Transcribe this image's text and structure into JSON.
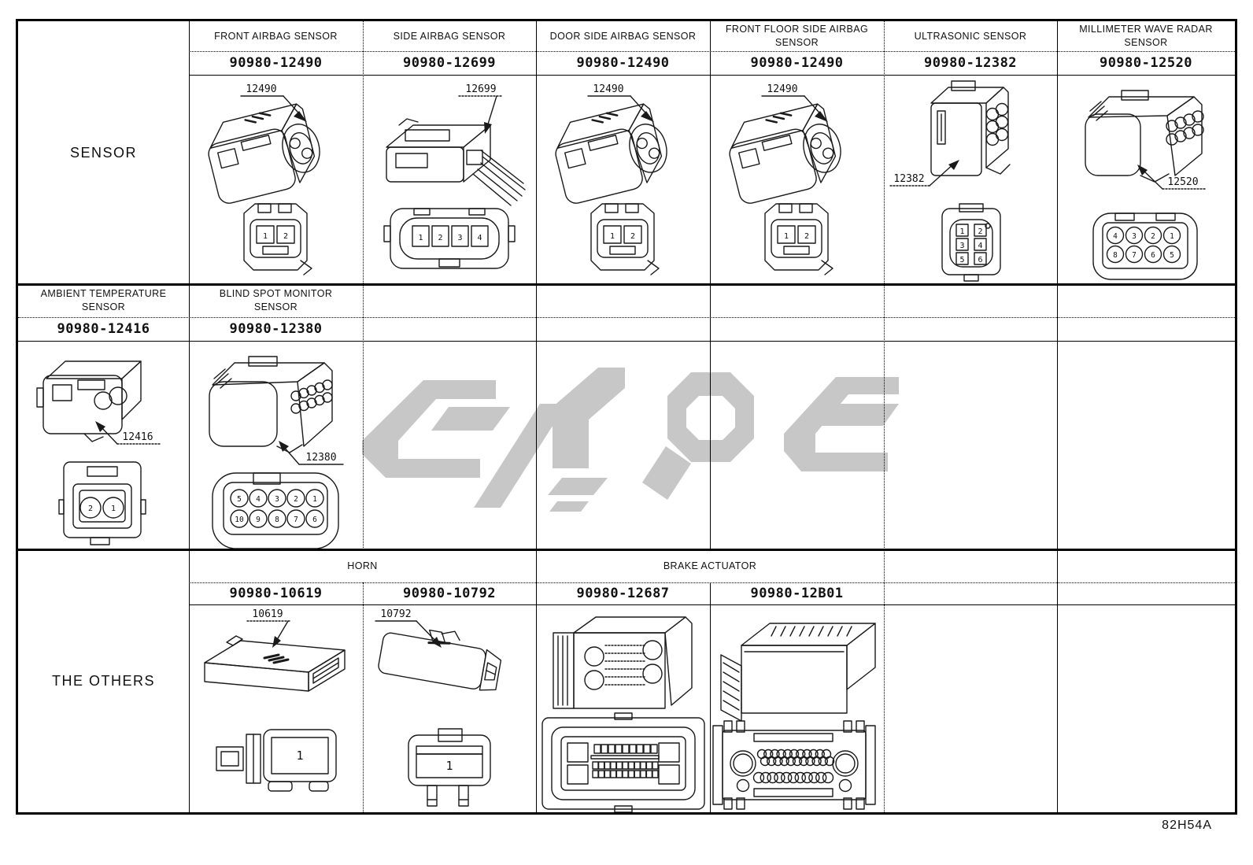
{
  "page": {
    "corner_code": "82H54A"
  },
  "colors": {
    "line": "#1a1a1a",
    "watermark": "#c7c7c7"
  },
  "groups": {
    "sensor": {
      "row_label": "SENSOR",
      "columns": [
        {
          "header": "FRONT AIRBAG SENSOR",
          "part_number": "90980-12490",
          "callout": "12490",
          "pins": [
            "1",
            "2"
          ]
        },
        {
          "header": "SIDE AIRBAG SENSOR",
          "part_number": "90980-12699",
          "callout": "12699",
          "pins": [
            "1",
            "2",
            "3",
            "4"
          ]
        },
        {
          "header": "DOOR SIDE AIRBAG SENSOR",
          "part_number": "90980-12490",
          "callout": "12490",
          "pins": [
            "1",
            "2"
          ]
        },
        {
          "header": "FRONT FLOOR SIDE AIRBAG SENSOR",
          "part_number": "90980-12490",
          "callout": "12490",
          "pins": [
            "1",
            "2"
          ]
        },
        {
          "header": "ULTRASONIC SENSOR",
          "part_number": "90980-12382",
          "callout": "12382",
          "pins": [
            "1",
            "2",
            "3",
            "4",
            "5",
            "6"
          ]
        },
        {
          "header": "MILLIMETER WAVE RADAR SENSOR",
          "part_number": "90980-12520",
          "callout": "12520",
          "pins": [
            "4",
            "3",
            "2",
            "1",
            "8",
            "7",
            "6",
            "5"
          ]
        }
      ]
    },
    "sensor2": {
      "columns": [
        {
          "header": "AMBIENT TEMPERATURE SENSOR",
          "part_number": "90980-12416",
          "callout": "12416",
          "pins": [
            "2",
            "1"
          ]
        },
        {
          "header": "BLIND SPOT MONITOR SENSOR",
          "part_number": "90980-12380",
          "callout": "12380",
          "pins": [
            "5",
            "4",
            "3",
            "2",
            "1",
            "10",
            "9",
            "8",
            "7",
            "6"
          ]
        }
      ]
    },
    "others": {
      "row_label": "THE OTHERS",
      "span_headers": [
        {
          "label": "HORN"
        },
        {
          "label": "BRAKE ACTUATOR"
        }
      ],
      "columns": [
        {
          "part_number": "90980-10619",
          "callout": "10619",
          "pins": [
            "1"
          ]
        },
        {
          "part_number": "90980-10792",
          "callout": "10792",
          "pins": [
            "1"
          ]
        },
        {
          "part_number": "90980-12687"
        },
        {
          "part_number": "90980-12B01"
        }
      ]
    }
  }
}
